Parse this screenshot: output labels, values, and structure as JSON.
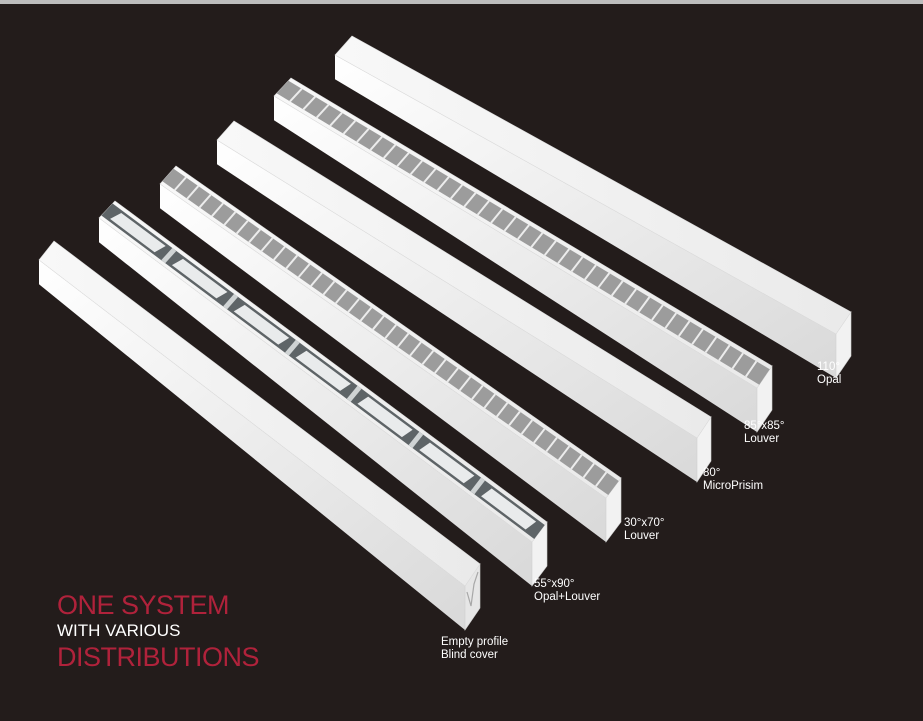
{
  "colors": {
    "background": "#231c1b",
    "accent": "#b0223b",
    "profile": "#f4f4f4"
  },
  "headline": {
    "line1": "ONE SYSTEM",
    "line2": "WITH VARIOUS",
    "line3": "DISTRIBUTIONS"
  },
  "profiles": [
    {
      "type": "blind",
      "name_line1": "Empty profile",
      "name_line2": "Blind cover"
    },
    {
      "type": "opal-louver",
      "name_line1": "55°x90°",
      "name_line2": "Opal+Louver"
    },
    {
      "type": "louver",
      "name_line1": "30°x70°",
      "name_line2": "Louver"
    },
    {
      "type": "opal",
      "name_line1": "80°",
      "name_line2": "MicroPrisim"
    },
    {
      "type": "louver",
      "name_line1": "85°x85°",
      "name_line2": "Louver"
    },
    {
      "type": "opal",
      "name_line1": "110°",
      "name_line2": "Opal"
    }
  ]
}
